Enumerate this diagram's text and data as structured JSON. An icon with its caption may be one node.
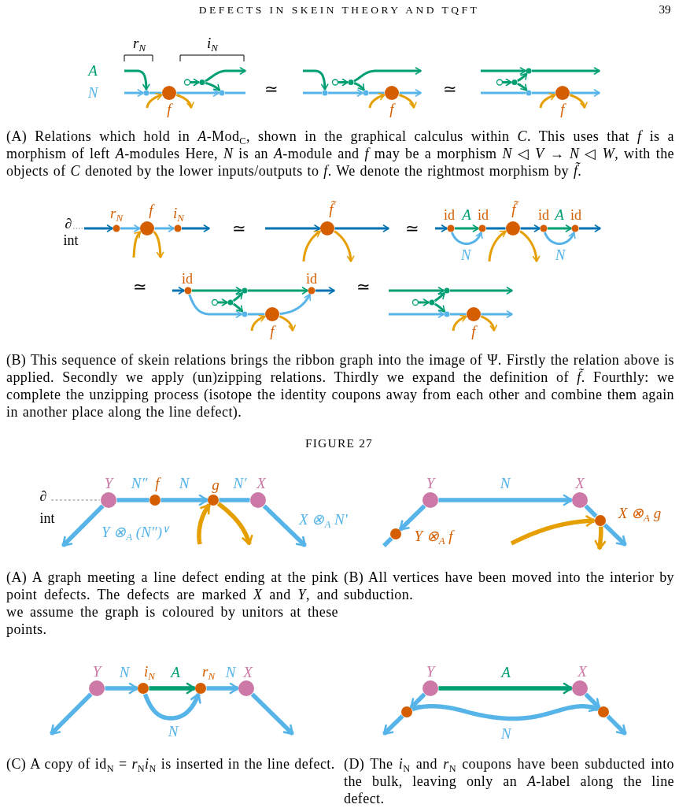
{
  "diagram": {
    "nodes": [
      {
        "text": [],
        "shape": "circle"
      },
      {
        "text": [],
        "shape": "circle",
        "beside": [
          "f"
        ]
      },
      {
        "text": [],
        "shape": "circle"
      },
      {
        "text": [],
        "shape": "circle"
      },
      {
        "text": [],
        "shape": "circle"
      },
      {
        "text": [],
        "shape": "circle"
      },
      {
        "text": [],
        "shape": "circle"
      },
      {
        "text": [],
        "shape": "circle"
      },
      {
        "text": [],
        "shape": "circle"
      },
      {
        "text": [],
        "shape": "circle",
        "beside": [
          "f"
        ]
      },
      {
        "text": [],
        "shape": "circle"
      },
      {
        "text": [],
        "shape": "circle"
      },
      {
        "text": [],
        "shape": "circle"
      },
      {
        "text": [],
        "shape": "circle"
      },
      {
        "text": [],
        "shape": "circle",
        "beside": [
          "f"
        ]
      },
      {
        "text": [],
        "shape": "circle",
        "beside": [
          "r$_{N}$"
        ]
      },
      {
        "text": [],
        "shape": "circle",
        "beside": [
          "f"
        ]
      },
      {
        "text": [],
        "shape": "circle",
        "beside": [
          "i$_{N}$"
        ]
      },
      {
        "text": [],
        "shape": "circle",
        "beside": [
          "f̃"
        ]
      },
      {
        "text": [],
        "shape": "circle",
        "beside": [
          "id"
        ]
      },
      {
        "text": [],
        "shape": "circle",
        "beside": [
          "id"
        ]
      },
      {
        "text": [],
        "shape": "circle",
        "beside": [
          "f̃"
        ]
      },
      {
        "text": [],
        "shape": "circle",
        "beside": [
          "id"
        ]
      },
      {
        "text": [],
        "shape": "circle",
        "beside": [
          "id"
        ]
      },
      {
        "text": [],
        "shape": "circle",
        "beside": [
          "id"
        ]
      },
      {
        "text": [],
        "shape": "circle"
      },
      {
        "text": [],
        "shape": "circle"
      },
      {
        "text": [],
        "shape": "circle"
      },
      {
        "text": [],
        "shape": "circle"
      },
      {
        "text": [],
        "shape": "circle",
        "beside": [
          "f"
        ]
      },
      {
        "text": [],
        "shape": "circle",
        "beside": [
          "id"
        ]
      },
      {
        "text": [],
        "shape": "circle"
      },
      {
        "text": [],
        "shape": "circle"
      },
      {
        "text": [],
        "shape": "circle"
      },
      {
        "text": [],
        "shape": "circle"
      },
      {
        "text": [],
        "shape": "circle",
        "beside": [
          "f"
        ]
      },
      {
        "text": [],
        "shape": "circle",
        "beside": [
          "Y"
        ]
      },
      {
        "text": [],
        "shape": "circle",
        "beside": [
          "f"
        ]
      },
      {
        "text": [],
        "shape": "circle",
        "beside": [
          "g"
        ]
      },
      {
        "text": [],
        "shape": "circle",
        "beside": [
          "X"
        ]
      },
      {
        "text": [],
        "shape": "circle",
        "beside": [
          "Y"
        ]
      },
      {
        "text": [],
        "shape": "circle",
        "beside": [
          "X"
        ]
      },
      {
        "text": [],
        "shape": "circle",
        "beside": [
          "Y ⊗$_{A}$ f"
        ]
      },
      {
        "text": [],
        "shape": "circle",
        "beside": [
          "X ⊗$_{A}$ g"
        ]
      },
      {
        "text": [],
        "shape": "circle",
        "beside": [
          "Y"
        ]
      },
      {
        "text": [],
        "shape": "circle",
        "beside": [
          "i$_{N}$"
        ]
      },
      {
        "text": [],
        "shape": "circle",
        "beside": [
          "r$_{N}$"
        ]
      },
      {
        "text": [],
        "shape": "circle",
        "beside": [
          "X"
        ]
      },
      {
        "text": [],
        "shape": "circle",
        "beside": [
          "Y"
        ]
      },
      {
        "text": [],
        "shape": "circle",
        "beside": [
          "X"
        ]
      },
      {
        "text": [],
        "shape": "circle"
      },
      {
        "text": [],
        "shape": "circle"
      }
    ],
    "edges": [
      {
        "from": null,
        "to": 0,
        "arrow": "to",
        "label": "A",
        "color": "#009e73"
      },
      {
        "from": null,
        "to": 0,
        "arrow": "to",
        "label": "N"
      },
      {
        "from": 0,
        "to": 1,
        "arrow": "none"
      },
      {
        "from": 1,
        "to": 4,
        "arrow": "to"
      },
      {
        "from": 4,
        "to": null,
        "arrow": "none"
      },
      {
        "from": 2,
        "to": 3,
        "arrow": "to",
        "color": "#009e73"
      },
      {
        "from": 3,
        "to": null,
        "arrow": "to",
        "color": "#009e73"
      },
      {
        "from": 3,
        "to": 4,
        "arrow": "to",
        "color": "#009e73"
      },
      {
        "from": null,
        "to": 1,
        "arrow": "to",
        "color": "#e69f00"
      },
      {
        "from": 1,
        "to": null,
        "arrow": "to",
        "color": "#e69f00"
      },
      {
        "from": null,
        "to": 5,
        "arrow": "to",
        "color": "#009e73"
      },
      {
        "from": null,
        "to": 5,
        "arrow": "none"
      },
      {
        "from": 5,
        "to": 8,
        "arrow": "to"
      },
      {
        "from": 8,
        "to": 9,
        "arrow": "none"
      },
      {
        "from": 9,
        "to": null,
        "arrow": "to"
      },
      {
        "from": 6,
        "to": 7,
        "arrow": "to",
        "color": "#009e73"
      },
      {
        "from": 7,
        "to": null,
        "arrow": "to",
        "color": "#009e73"
      },
      {
        "from": 7,
        "to": 8,
        "arrow": "to",
        "color": "#009e73"
      },
      {
        "from": null,
        "to": 9,
        "arrow": "to",
        "color": "#e69f00"
      },
      {
        "from": 9,
        "to": null,
        "arrow": "to",
        "color": "#e69f00"
      },
      {
        "from": null,
        "to": 12,
        "arrow": "to",
        "color": "#009e73"
      },
      {
        "from": 12,
        "to": null,
        "arrow": "to",
        "color": "#009e73"
      },
      {
        "from": 10,
        "to": 11,
        "arrow": "to",
        "color": "#009e73"
      },
      {
        "from": 11,
        "to": 12,
        "arrow": "to",
        "color": "#009e73"
      },
      {
        "from": 11,
        "to": 13,
        "arrow": "to",
        "color": "#009e73"
      },
      {
        "from": null,
        "to": 13,
        "arrow": "none"
      },
      {
        "from": 13,
        "to": 14,
        "arrow": "none"
      },
      {
        "from": 14,
        "to": null,
        "arrow": "to"
      },
      {
        "from": null,
        "to": 14,
        "arrow": "to",
        "color": "#e69f00"
      },
      {
        "from": 14,
        "to": null,
        "arrow": "to",
        "color": "#e69f00"
      },
      {
        "from": null,
        "to": 15,
        "arrow": "to",
        "color": "#0072b2"
      },
      {
        "from": 15,
        "to": 16,
        "arrow": "to"
      },
      {
        "from": 16,
        "to": 17,
        "arrow": "to"
      },
      {
        "from": 17,
        "to": null,
        "arrow": "to",
        "color": "#0072b2"
      },
      {
        "from": null,
        "to": 16,
        "arrow": "to",
        "color": "#e69f00"
      },
      {
        "from": 16,
        "to": null,
        "arrow": "to",
        "color": "#e69f00"
      },
      {
        "from": null,
        "to": 18,
        "arrow": "to",
        "color": "#0072b2"
      },
      {
        "from": 18,
        "to": null,
        "arrow": "to",
        "color": "#0072b2"
      },
      {
        "from": null,
        "to": 18,
        "arrow": "to",
        "color": "#e69f00"
      },
      {
        "from": 18,
        "to": null,
        "arrow": "to",
        "color": "#e69f00"
      },
      {
        "from": null,
        "to": 19,
        "arrow": "to",
        "color": "#0072b2"
      },
      {
        "from": 19,
        "to": 20,
        "arrow": "to",
        "label": "A",
        "color": "#009e73"
      },
      {
        "from": 19,
        "to": 20,
        "arrow": "to",
        "label": "N"
      },
      {
        "from": 20,
        "to": 21,
        "arrow": "none",
        "color": "#0072b2"
      },
      {
        "from": 21,
        "to": 22,
        "arrow": "to",
        "color": "#0072b2"
      },
      {
        "from": 22,
        "to": 23,
        "arrow": "to",
        "label": "A",
        "color": "#009e73"
      },
      {
        "from": 22,
        "to": 23,
        "arrow": "to",
        "label": "N"
      },
      {
        "from": 23,
        "to": null,
        "arrow": "to",
        "color": "#0072b2"
      },
      {
        "from": null,
        "to": 21,
        "arrow": "to",
        "color": "#e69f00"
      },
      {
        "from": 21,
        "to": null,
        "arrow": "to",
        "color": "#e69f00"
      },
      {
        "from": null,
        "to": 24,
        "arrow": "to",
        "color": "#0072b2"
      },
      {
        "from": 24,
        "to": 27,
        "arrow": "to",
        "color": "#009e73"
      },
      {
        "from": 27,
        "to": 30,
        "arrow": "to",
        "color": "#009e73"
      },
      {
        "from": 30,
        "to": null,
        "arrow": "to",
        "color": "#0072b2"
      },
      {
        "from": 24,
        "to": 28,
        "arrow": "to"
      },
      {
        "from": 28,
        "to": 29,
        "arrow": "none"
      },
      {
        "from": 29,
        "to": 30,
        "arrow": "to"
      },
      {
        "from": 25,
        "to": 26,
        "arrow": "to",
        "color": "#009e73"
      },
      {
        "from": 26,
        "to": 27,
        "arrow": "to",
        "color": "#009e73"
      },
      {
        "from": 26,
        "to": 28,
        "arrow": "to",
        "color": "#009e73"
      },
      {
        "from": null,
        "to": 29,
        "arrow": "to",
        "color": "#e69f00"
      },
      {
        "from": 29,
        "to": null,
        "arrow": "to",
        "color": "#e69f00"
      },
      {
        "from": null,
        "to": 33,
        "arrow": "to",
        "color": "#009e73"
      },
      {
        "from": 33,
        "to": null,
        "arrow": "to",
        "color": "#009e73"
      },
      {
        "from": null,
        "to": 34,
        "arrow": "to"
      },
      {
        "from": 34,
        "to": 35,
        "arrow": "none"
      },
      {
        "from": 35,
        "to": null,
        "arrow": "to"
      },
      {
        "from": 31,
        "to": 32,
        "arrow": "to",
        "color": "#009e73"
      },
      {
        "from": 32,
        "to": 33,
        "arrow": "to",
        "color": "#009e73"
      },
      {
        "from": 32,
        "to": 34,
        "arrow": "to",
        "color": "#009e73"
      },
      {
        "from": null,
        "to": 35,
        "arrow": "to",
        "color": "#e69f00"
      },
      {
        "from": 35,
        "to": null,
        "arrow": "to",
        "color": "#e69f00"
      },
      {
        "from": 36,
        "to": 37,
        "arrow": "none",
        "label": "N″",
        "style": "thick"
      },
      {
        "from": 37,
        "to": 38,
        "arrow": "to",
        "label": "N",
        "style": "thick"
      },
      {
        "from": 38,
        "to": 39,
        "arrow": "none",
        "label": "N′",
        "style": "thick"
      },
      {
        "from": 36,
        "to": null,
        "arrow": "to",
        "label": "Y ⊗$_{A}$ (N″)$^{∨}$",
        "style": "thick"
      },
      {
        "from": 39,
        "to": null,
        "arrow": "to",
        "label": "X ⊗$_{A}$ N′",
        "style": "thick"
      },
      {
        "from": null,
        "to": 38,
        "arrow": "to",
        "style": "thick",
        "color": "#e69f00"
      },
      {
        "from": 38,
        "to": null,
        "arrow": "to",
        "style": "thick",
        "color": "#e69f00"
      },
      {
        "from": 40,
        "to": 41,
        "arrow": "to",
        "label": "N",
        "style": "thick"
      },
      {
        "from": 40,
        "to": 42,
        "arrow": "to",
        "style": "thick"
      },
      {
        "from": 42,
        "to": null,
        "arrow": "none",
        "style": "thick"
      },
      {
        "from": 41,
        "to": 43,
        "arrow": "none",
        "style": "thick"
      },
      {
        "from": 43,
        "to": null,
        "arrow": "to",
        "style": "thick"
      },
      {
        "from": null,
        "to": 43,
        "arrow": "to",
        "style": "thick",
        "color": "#e69f00"
      },
      {
        "from": 43,
        "to": null,
        "arrow": "to",
        "style": "thick",
        "color": "#e69f00"
      },
      {
        "from": 44,
        "to": 45,
        "arrow": "to",
        "label": "N",
        "style": "thick"
      },
      {
        "from": 45,
        "to": 46,
        "arrow": "to",
        "label": "A",
        "style": "thick",
        "color": "#009e73"
      },
      {
        "from": 45,
        "to": 46,
        "arrow": "to",
        "label": "N",
        "style": "thick"
      },
      {
        "from": 46,
        "to": 47,
        "arrow": "to",
        "label": "N",
        "style": "thick"
      },
      {
        "from": 44,
        "to": null,
        "arrow": "to",
        "style": "thick"
      },
      {
        "from": 47,
        "to": null,
        "arrow": "to",
        "style": "thick"
      },
      {
        "from": 48,
        "to": 49,
        "arrow": "to",
        "label": "A",
        "style": "thick",
        "color": "#009e73"
      },
      {
        "from": 48,
        "to": 50,
        "arrow": "to",
        "style": "thick"
      },
      {
        "from": 50,
        "to": null,
        "arrow": "to",
        "style": "thick"
      },
      {
        "from": 49,
        "to": 51,
        "arrow": "to",
        "style": "thick"
      },
      {
        "from": 51,
        "to": null,
        "arrow": "to",
        "style": "thick"
      },
      {
        "from": 50,
        "to": 51,
        "arrow": "to",
        "label": "N",
        "style": "thick"
      }
    ],
    "labels": [
      "DEFECTS IN SKEIN THEORY AND TQFT",
      "39",
      "r$_{N}$",
      "i$_{N}$",
      "≃",
      "≃",
      "(A) Relations which hold in *A*-Mod$_{C}$, shown in the graphical calculus within *C*. This uses that *f* is a morphism of left *A*-modules Here, *N* is an *A*-module and *f* may be a morphism *N* ◁ *V* → *N* ◁ *W*, with the objects of *C* denoted by the lower inputs/outputs to *f*. We denote the rightmost morphism by *f̃*.",
      "∂",
      "int",
      "≃",
      "≃",
      "≃",
      "≃",
      "(B) This sequence of skein relations brings the ribbon graph into the image of Ψ. Firstly the relation above is applied. Secondly we apply (un)zipping relations. Thirdly we expand the definition of *f̃*. Fourthly: we complete the unzipping process (isotope the identity coupons away from each other and combine them again in another place along the line defect).",
      "FIGURE 27",
      "∂",
      "int",
      "(A) A graph meeting a line defect ending at the pink point defects. The defects are marked *X* and *Y*, and we assume the graph is coloured by unitors at these points.",
      "(B) All vertices have been moved into the interior by subduction.",
      "(C) A copy of id$_{N}$ = *r*$_{N}$*i*$_{N}$ is inserted in the line defect.",
      "(D) The *i*$_{N}$ and *r*$_{N}$ coupons have been subducted into the bulk, leaving only an *A*-label along the line defect."
    ]
  }
}
